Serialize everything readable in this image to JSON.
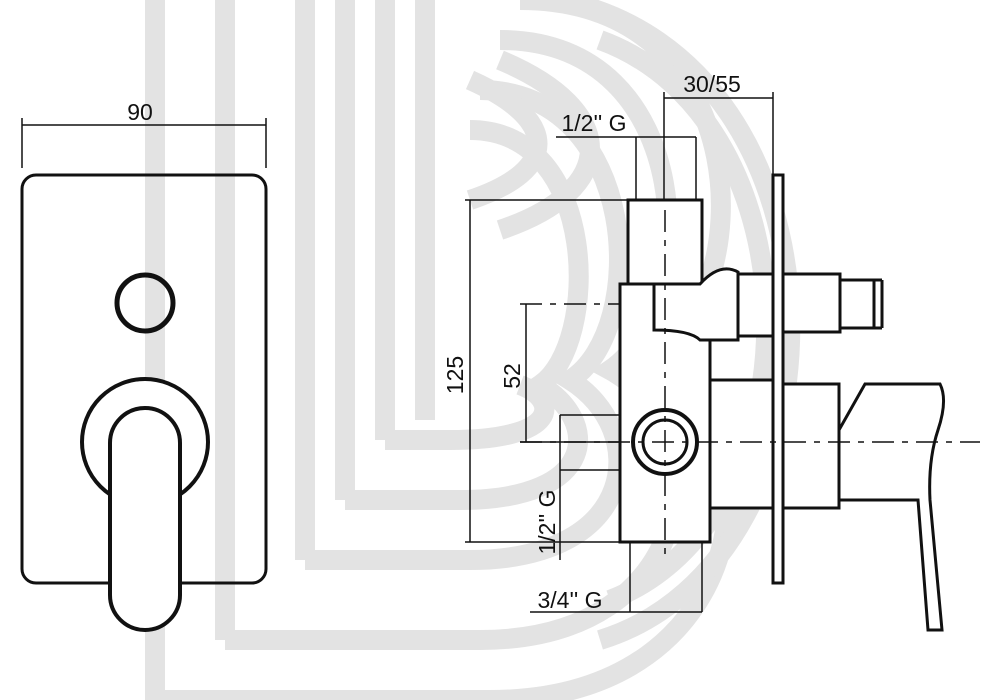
{
  "colors": {
    "ink": "#111111",
    "watermark": "#e3e3e3",
    "background": "#ffffff"
  },
  "watermark": {
    "logo": "BB"
  },
  "front_view": {
    "width_dimension": "90"
  },
  "side_view": {
    "depth_dimension": "30/55",
    "top_inlet_thread": "1/2'' G",
    "overall_height": "125",
    "center_spacing": "52",
    "side_outlet_thread": "1/2'' G",
    "bottom_outlet_thread": "3/4'' G"
  }
}
